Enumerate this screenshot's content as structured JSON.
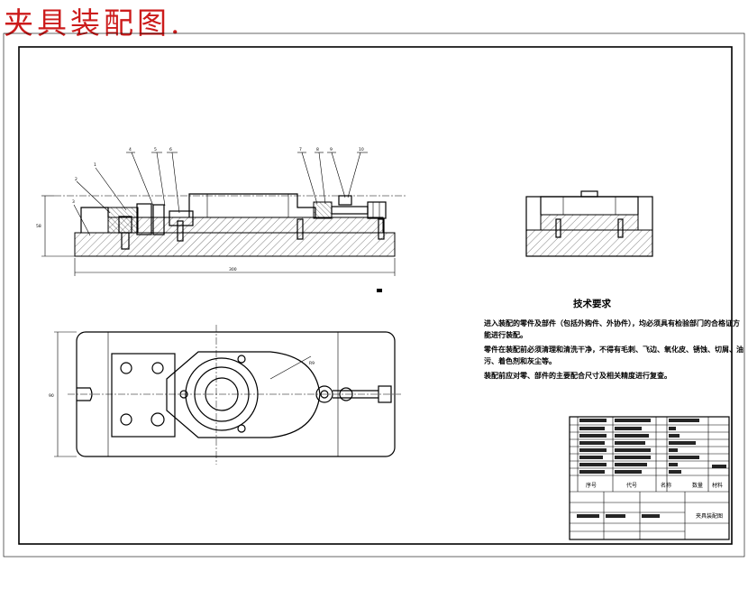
{
  "heading": "夹具装配图.",
  "colors": {
    "heading": "#cc1b1b",
    "lines": "#000000"
  },
  "section_view": {
    "part_numbers": [
      "1",
      "2",
      "3",
      "4",
      "5",
      "6",
      "7",
      "8",
      "9",
      "10"
    ],
    "dims": {
      "height": "58",
      "length": "300"
    }
  },
  "plan_view": {
    "dims": {
      "width": "90",
      "radius": "R9"
    }
  },
  "tech_req": {
    "title": "技术要求",
    "lines": [
      "进入装配的零件及部件（包括外购件、外协件），均必须具有检验部门的合格证方",
      "能进行装配。",
      "零件在装配前必须清理和清洗干净，不得有毛刺、飞边、氧化皮、锈蚀、切屑、油",
      "污、着色剂和灰尘等。",
      "装配前应对零、部件的主要配合尺寸及相关精度进行复查。"
    ]
  },
  "title_block": {
    "drawing_name": "夹具装配图",
    "col_headers": [
      "序号",
      "代号",
      "名称",
      "数量",
      "材料"
    ]
  }
}
